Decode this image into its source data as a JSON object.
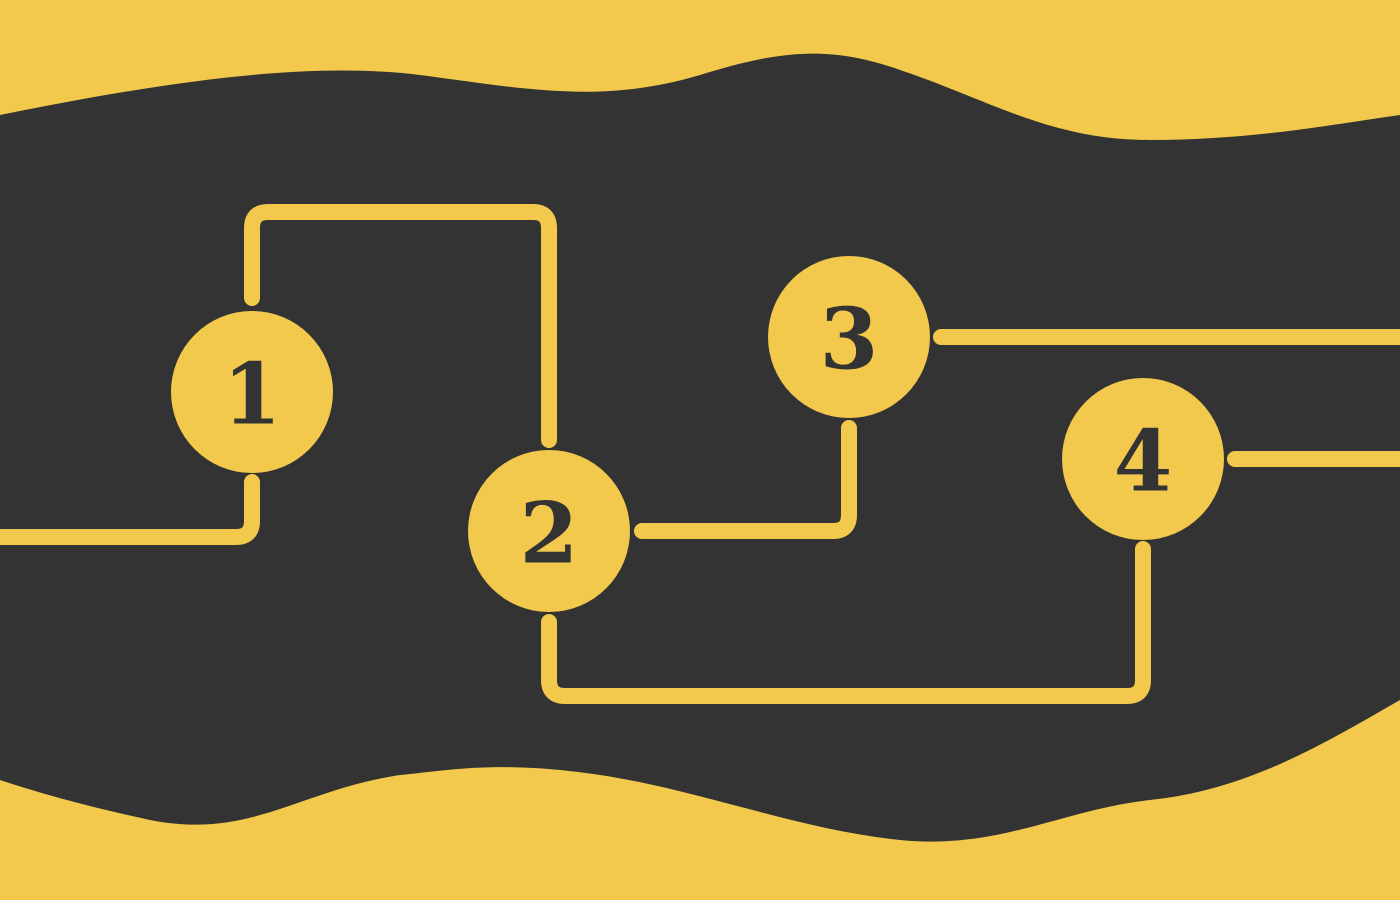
{
  "colors": {
    "background": "#f2c94c",
    "band": "#333333",
    "accent": "#f2c94c",
    "node_text": "#333333"
  },
  "nodes": [
    {
      "id": "n1",
      "label": "1"
    },
    {
      "id": "n2",
      "label": "2"
    },
    {
      "id": "n3",
      "label": "3"
    },
    {
      "id": "n4",
      "label": "4"
    }
  ],
  "edges": [
    {
      "from": "left-edge",
      "to": "n1"
    },
    {
      "from": "n1",
      "to": "n2"
    },
    {
      "from": "n2",
      "to": "n3"
    },
    {
      "from": "n2",
      "to": "n4"
    },
    {
      "from": "n3",
      "to": "right-edge"
    },
    {
      "from": "n4",
      "to": "right-edge"
    }
  ]
}
